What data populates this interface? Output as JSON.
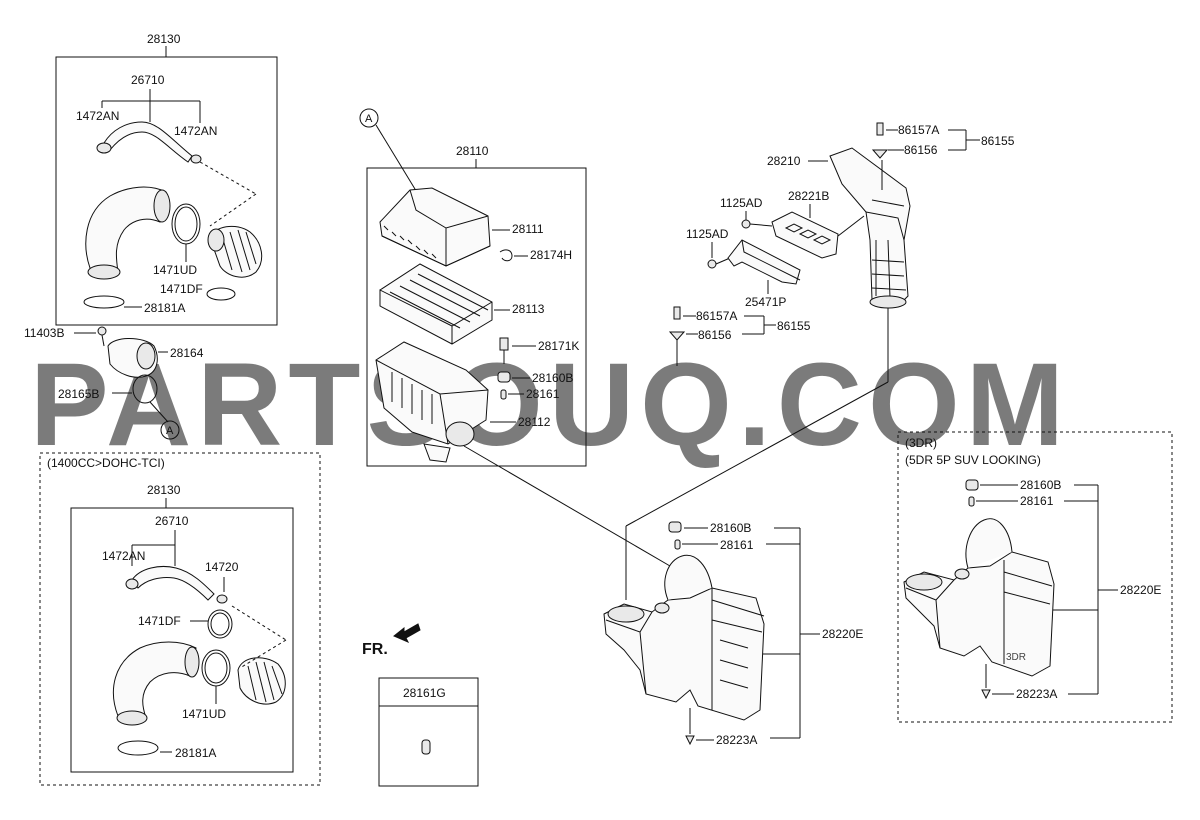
{
  "watermark": "PARTSOUQ.COM",
  "fr_label": "FR.",
  "callout_a": "A",
  "group_top_left": {
    "title": "28130",
    "labels": {
      "hose": "26710",
      "clamp_left": "1472AN",
      "clamp_right": "1472AN",
      "clamp_mid": "1471UD",
      "clamp_lower": "1471DF",
      "clamp_bottom": "28181A"
    }
  },
  "sensor": {
    "bolt": "11403B",
    "sensor": "28164",
    "gasket": "28165B"
  },
  "group_bottom_left": {
    "variant": "(1400CC>DOHC-TCI)",
    "title": "28130",
    "labels": {
      "hose": "26710",
      "clamp_left": "1472AN",
      "clamp_right": "14720",
      "clamp_upper": "1471DF",
      "clamp_mid": "1471UD",
      "clamp_bottom": "28181A"
    }
  },
  "air_cleaner": {
    "title": "28110",
    "labels": {
      "cover": "28111",
      "clip": "28174H",
      "element": "28113",
      "body": "28112",
      "bracket_screw": "28171K",
      "grommet": "28160B",
      "pin": "28161"
    }
  },
  "inset_box": {
    "title": "28161G"
  },
  "duct": {
    "labels": {
      "duct": "28210",
      "fastener_group_top": "86155",
      "fastener_top_a": "86157A",
      "fastener_top_b": "86156",
      "bracket": "28221B",
      "bolt_1": "1125AD",
      "bolt_2": "1125AD",
      "bracket_2": "25471P",
      "fastener_group_mid": "86155",
      "fastener_mid_a": "86157A",
      "fastener_mid_b": "86156"
    }
  },
  "resonator_main": {
    "group": "28220E",
    "grommet": "28160B",
    "pin": "28161",
    "drain": "28223A"
  },
  "resonator_variant": {
    "variant_line1": "(3DR)",
    "variant_line2": "(5DR 5P SUV LOOKING)",
    "group": "28220E",
    "grommet": "28160B",
    "pin": "28161",
    "drain": "28223A"
  }
}
